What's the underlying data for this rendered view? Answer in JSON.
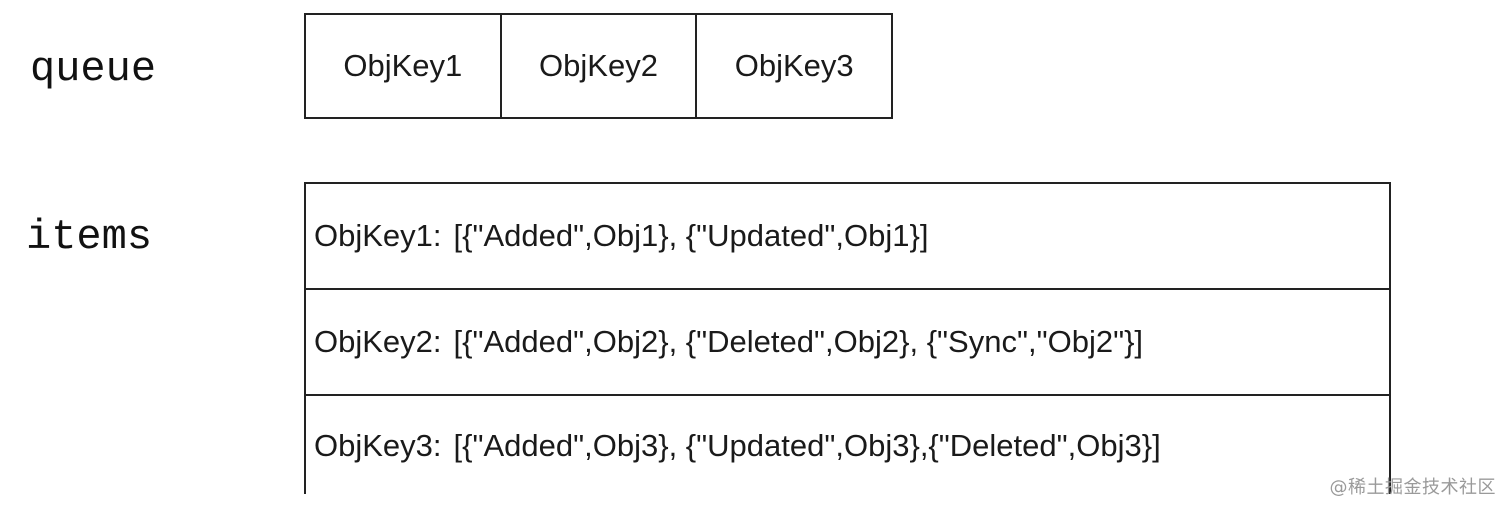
{
  "labels": {
    "queue": "queue",
    "items": "items"
  },
  "queue": {
    "cells": [
      "ObjKey1",
      "ObjKey2",
      "ObjKey3"
    ]
  },
  "items": {
    "rows": [
      {
        "key": "ObjKey1:",
        "value": "[{\"Added\",Obj1}, {\"Updated\",Obj1}]"
      },
      {
        "key": "ObjKey2:",
        "value": "[{\"Added\",Obj2}, {\"Deleted\",Obj2}, {\"Sync\",\"Obj2\"}]"
      },
      {
        "key": "ObjKey3:",
        "value": "[{\"Added\",Obj3}, {\"Updated\",Obj3},{\"Deleted\",Obj3}]"
      }
    ]
  },
  "watermark": "@稀土掘金技术社区"
}
